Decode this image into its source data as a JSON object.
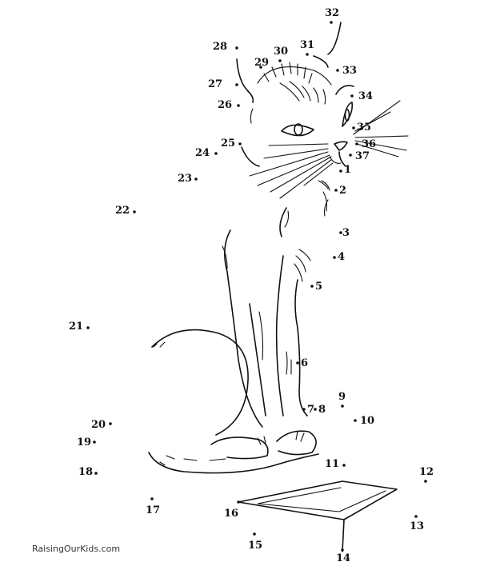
{
  "watermark": "RaisingOurKids.com",
  "points": [
    {
      "n": "1"
    },
    {
      "n": "2"
    },
    {
      "n": "3"
    },
    {
      "n": "4"
    },
    {
      "n": "5"
    },
    {
      "n": "6"
    },
    {
      "n": "7"
    },
    {
      "n": "8"
    },
    {
      "n": "9"
    },
    {
      "n": "10"
    },
    {
      "n": "11"
    },
    {
      "n": "12"
    },
    {
      "n": "13"
    },
    {
      "n": "14"
    },
    {
      "n": "15"
    },
    {
      "n": "16"
    },
    {
      "n": "17"
    },
    {
      "n": "18"
    },
    {
      "n": "19"
    },
    {
      "n": "20"
    },
    {
      "n": "21"
    },
    {
      "n": "22"
    },
    {
      "n": "23"
    },
    {
      "n": "24"
    },
    {
      "n": "25"
    },
    {
      "n": "26"
    },
    {
      "n": "27"
    },
    {
      "n": "28"
    },
    {
      "n": "29"
    },
    {
      "n": "30"
    },
    {
      "n": "31"
    },
    {
      "n": "32"
    },
    {
      "n": "33"
    },
    {
      "n": "34"
    },
    {
      "n": "35"
    },
    {
      "n": "36"
    },
    {
      "n": "37"
    }
  ]
}
